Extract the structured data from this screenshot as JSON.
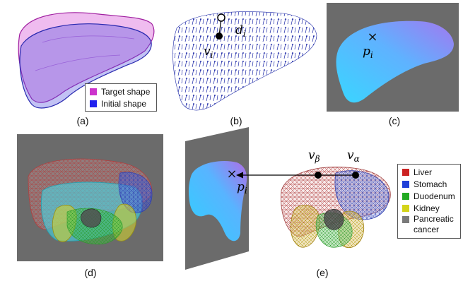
{
  "panels": {
    "a": {
      "caption": "(a)",
      "legend": [
        {
          "label": "Target shape",
          "color": "#cc33cc"
        },
        {
          "label": "Initial shape",
          "color": "#2222ee"
        }
      ]
    },
    "b": {
      "caption": "(b)",
      "labels": {
        "d": "d",
        "d_sub": "i",
        "v": "v",
        "v_sub": "i"
      }
    },
    "c": {
      "caption": "(c)",
      "labels": {
        "p": "p",
        "p_sub": "i",
        "cross": "×"
      }
    },
    "d": {
      "caption": "(d)"
    },
    "e": {
      "caption": "(e)",
      "labels": {
        "p": "p",
        "p_sub": "i",
        "cross": "×",
        "vb": "v",
        "vb_sub": "β",
        "va": "v",
        "va_sub": "α"
      },
      "legend": [
        {
          "label": "Liver",
          "color": "#cc2222"
        },
        {
          "label": "Stomach",
          "color": "#1f3fd8"
        },
        {
          "label": "Duodenum",
          "color": "#22aa22"
        },
        {
          "label": "Kidney",
          "color": "#d4d41a"
        },
        {
          "label": "Pancreatic\ncancer",
          "color": "#7a7a7a"
        }
      ]
    }
  }
}
